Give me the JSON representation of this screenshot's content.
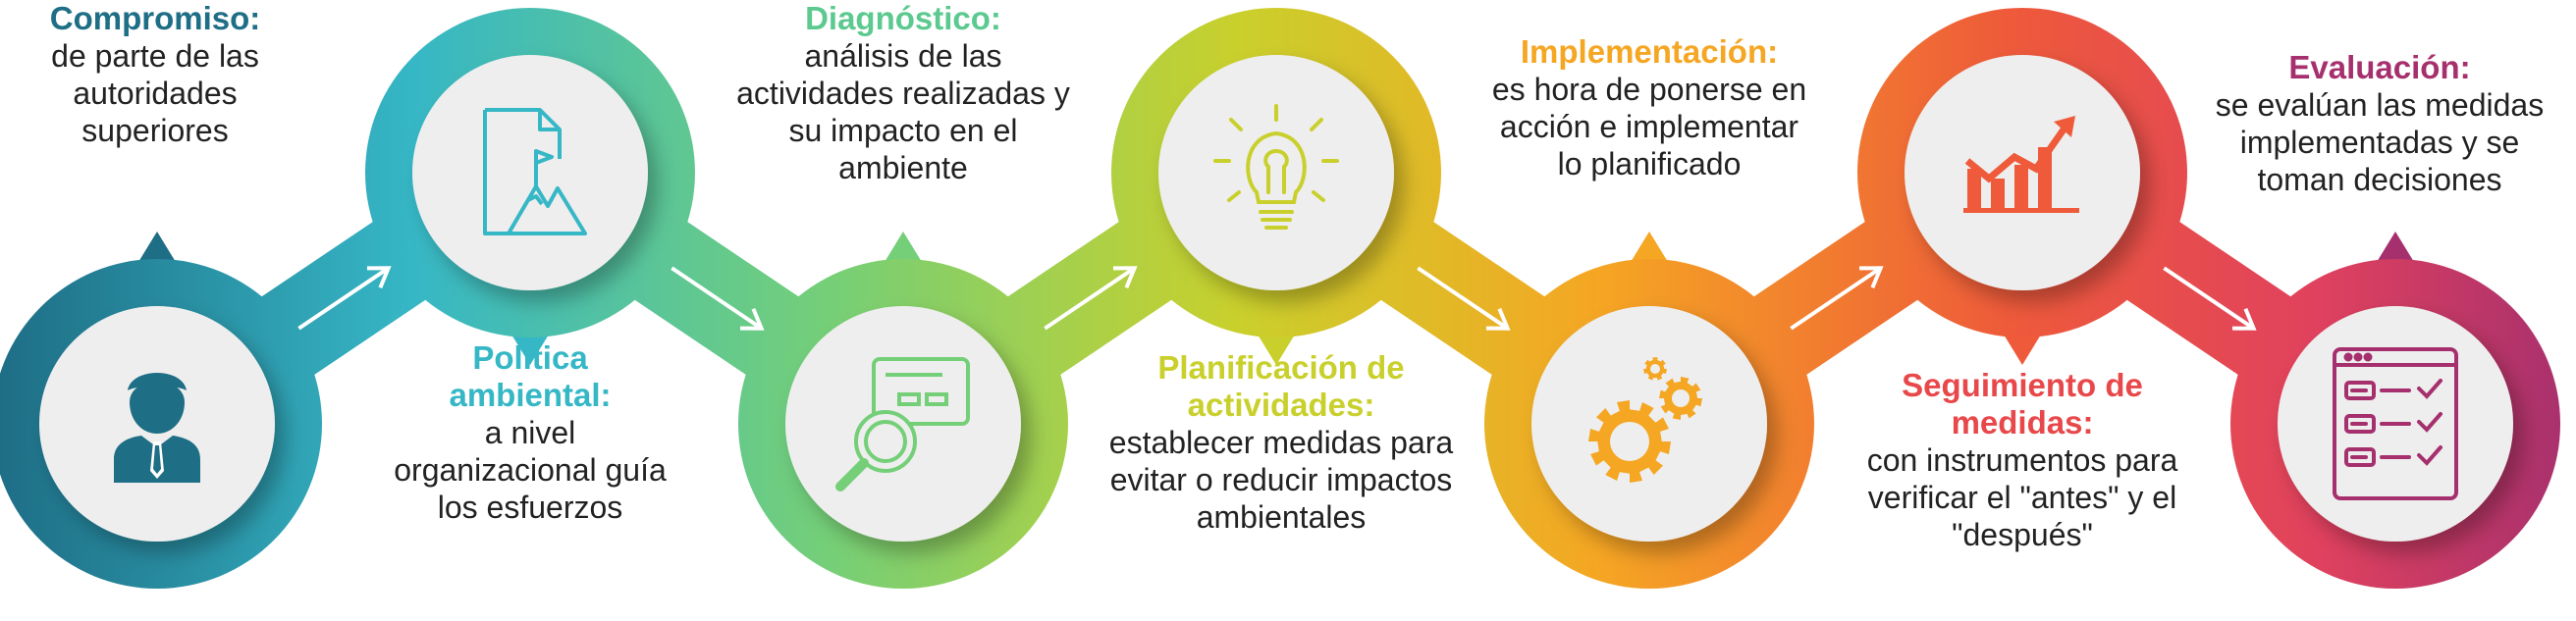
{
  "colors": {
    "step1": "#1E6E86",
    "step2": "#36B7C6",
    "step3": "#74CF78",
    "step4": "#C9D02C",
    "step5": "#F5A623",
    "step6": "#EE5A3A",
    "step7": "#A6306E",
    "disc": "#EEEEEE",
    "arrow": "#FFFFFF"
  },
  "steps": [
    {
      "title": "Compromiso:",
      "description": "de parte de las autoridades superiores",
      "icon": "businessman-icon",
      "title_color": "#1E6E86"
    },
    {
      "title": "Política ambiental:",
      "description": "a nivel organizacional guía los esfuerzos",
      "icon": "document-mountain-flag-icon",
      "title_color": "#36B7C6"
    },
    {
      "title": "Diagnóstico:",
      "description": "análisis de las actividades realizadas y su impacto en el ambiente",
      "icon": "card-magnifier-icon",
      "title_color": "#5CC98F"
    },
    {
      "title": "Planificación de actividades:",
      "description": "establecer medidas para evitar o reducir impactos ambientales",
      "icon": "lightbulb-icon",
      "title_color": "#C9D02C"
    },
    {
      "title": "Implementación:",
      "description": "es hora de ponerse en acción e implementar lo planificado",
      "icon": "gears-icon",
      "title_color": "#F5A623"
    },
    {
      "title": "Seguimiento de medidas:",
      "description": "con instrumentos para verificar el \"antes\" y el \"después\"",
      "icon": "growth-chart-icon",
      "title_color": "#E8484A"
    },
    {
      "title": "Evaluación:",
      "description": "se evalúan las medidas implementadas y se toman decisiones",
      "icon": "checklist-icon",
      "title_color": "#A6306E"
    }
  ]
}
